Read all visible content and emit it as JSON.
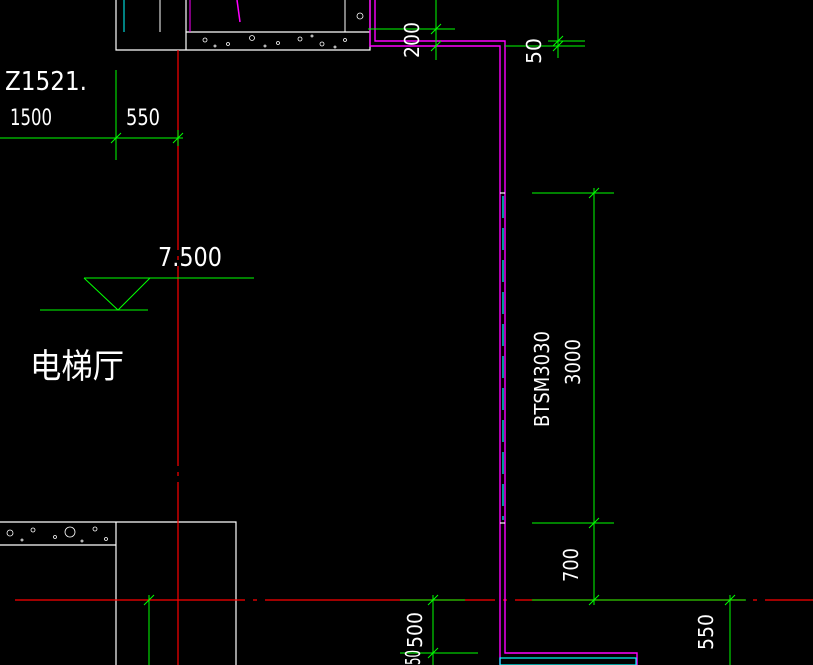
{
  "colors": {
    "background": "#000000",
    "white": "#ffffff",
    "green": "#00ff00",
    "red": "#ff0000",
    "magenta": "#ff00ff",
    "cyan": "#00ffff"
  },
  "labels": {
    "window_tag": "Z1521.",
    "dim_1500": "1500",
    "dim_550_top": "550",
    "dim_200": "200",
    "dim_50": "50",
    "elevation": "7.500",
    "room_name": "电梯厅",
    "window_code": "BTSM3030",
    "dim_3000": "3000",
    "dim_700": "700",
    "dim_500": "500",
    "dim_50_small": "50",
    "dim_550_bottom": "550"
  }
}
